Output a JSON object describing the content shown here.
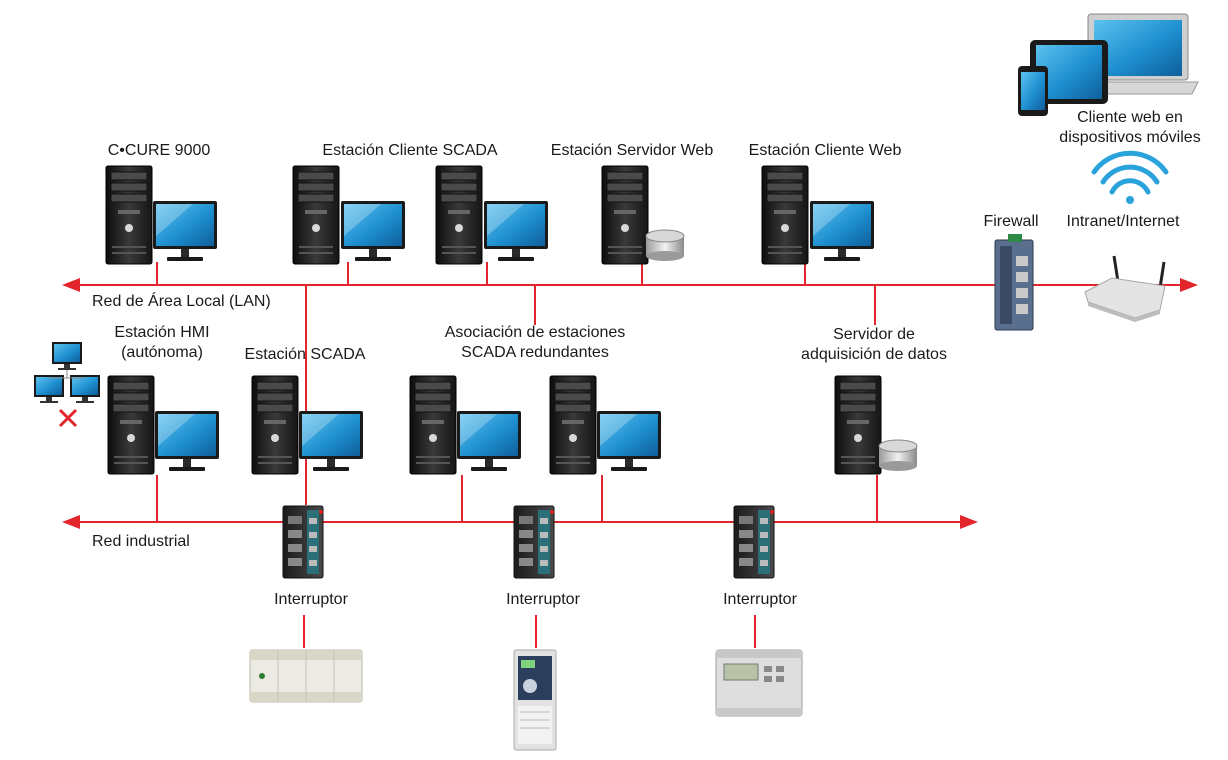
{
  "labels": {
    "ccure": "C•CURE 9000",
    "scada_client": "Estación Cliente SCADA",
    "web_server": "Estación Servidor Web",
    "web_client": "Estación Cliente Web",
    "mobile_line1": "Cliente web en",
    "mobile_line2": "dispositivos móviles",
    "firewall": "Firewall",
    "intranet": "Intranet/Internet",
    "lan": "Red de Área Local (LAN)",
    "hmi_line1": "Estación HMI",
    "hmi_line2": "(autónoma)",
    "scada_station": "Estación SCADA",
    "redundant_line1": "Asociación de estaciones",
    "redundant_line2": "SCADA redundantes",
    "data_server_line1": "Servidor de",
    "data_server_line2": "adquisición de datos",
    "industrial": "Red industrial",
    "switch1": "Interruptor",
    "switch2": "Interruptor",
    "switch3": "Interruptor"
  },
  "colors": {
    "network_line": "#e3262b",
    "tower": "#1f1f1f",
    "monitor_screen": "#1e8fd0",
    "wifi": "#2aa3dc"
  },
  "icons": [
    "computer-tower-icon",
    "monitor-icon",
    "database-icon",
    "firewall-icon",
    "router-icon",
    "switch-icon",
    "plc-icon",
    "laptop-icon",
    "tablet-icon",
    "phone-icon",
    "wifi-icon",
    "red-x-icon"
  ]
}
